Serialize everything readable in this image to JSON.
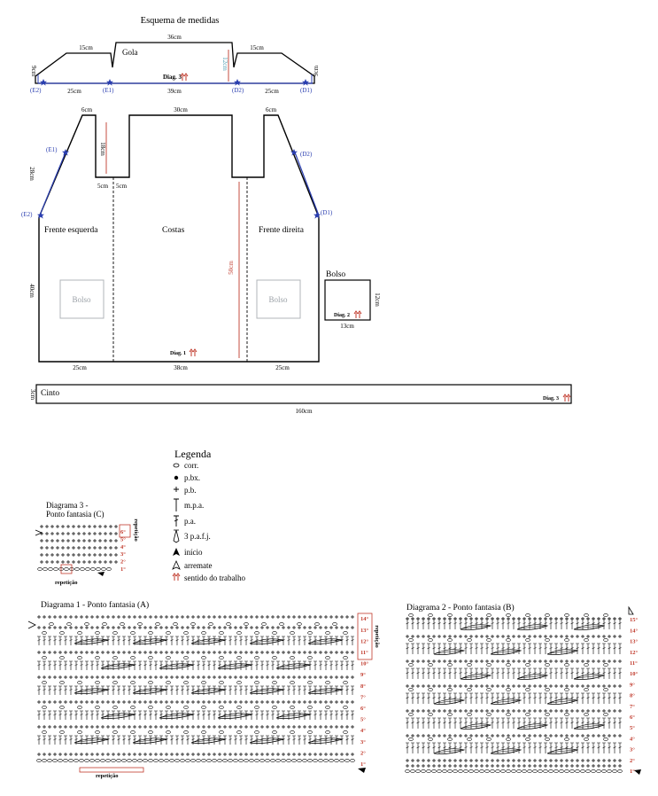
{
  "title": "Esquema de medidas",
  "top_piece": {
    "label": "Gola",
    "dims": {
      "top": "36cm",
      "left_top": "15cm",
      "right_top": "15cm",
      "left_bottom": "25cm",
      "right_bottom": "25cm",
      "bottom": "39cm",
      "left_h": "9cm",
      "right_h": "9cm",
      "center_h": "12cm"
    },
    "diag": "Diag. 3",
    "points": [
      "(E2)",
      "(E1)",
      "(D2)",
      "(D1)"
    ]
  },
  "body_piece": {
    "labels": {
      "left": "Frente esquerda",
      "center": "Costas",
      "right": "Frente direita"
    },
    "dims": {
      "shoulder_l": "6cm",
      "neck": "30cm",
      "shoulder_r": "6cm",
      "armhole": "18cm",
      "gap_l": "5cm",
      "gap_r": "5cm",
      "slope": "28cm",
      "front_h": "40cm",
      "back_h": "50cm",
      "bottom_l": "25cm",
      "bottom_c": "38cm",
      "bottom_r": "25cm"
    },
    "pocket_ghost": "Bolso",
    "diag": "Diag. 1",
    "points": [
      "(E1)",
      "(E2)",
      "(D2)",
      "(D1)"
    ]
  },
  "pocket": {
    "label": "Bolso",
    "w": "13cm",
    "h": "12cm",
    "diag": "Diag. 2"
  },
  "belt": {
    "label": "Cinto",
    "w": "160cm",
    "h": "3cm",
    "diag": "Diag. 3"
  },
  "legend": {
    "title": "Legenda",
    "items": [
      {
        "icon": "chain-stitch-icon",
        "text": "corr."
      },
      {
        "icon": "slip-stitch-icon",
        "text": "p.bx."
      },
      {
        "icon": "single-crochet-icon",
        "text": "p.b."
      },
      {
        "icon": "half-double-crochet-icon",
        "text": "m.p.a."
      },
      {
        "icon": "double-crochet-icon",
        "text": "p.a."
      },
      {
        "icon": "cluster-icon",
        "text": "3 p.a.f.j."
      },
      {
        "icon": "start-arrow-icon",
        "text": "início"
      },
      {
        "icon": "finish-arrow-icon",
        "text": "arremate"
      },
      {
        "icon": "direction-arrows-icon",
        "text": "sentido do trabalho"
      }
    ]
  },
  "diagram3": {
    "title_line1": "Diagrama 3 -",
    "title_line2": "Ponto fantasia (C)",
    "rows": [
      "1°",
      "2°",
      "3°",
      "4°",
      "5°",
      "6°"
    ],
    "repeat_h": "repetição",
    "repeat_v": "repetição"
  },
  "diagram1": {
    "title": "Diagrama 1 - Ponto fantasia (A)",
    "rows": [
      "1°",
      "2°",
      "3°",
      "4°",
      "5°",
      "6°",
      "7°",
      "8°",
      "9°",
      "10°",
      "11°",
      "12°",
      "13°",
      "14°"
    ],
    "repeat_h": "repetição",
    "repeat_v": "repetição"
  },
  "diagram2": {
    "title": "Diagrama 2 - Ponto fantasia (B)",
    "rows": [
      "1°",
      "2°",
      "3°",
      "4°",
      "5°",
      "6°",
      "7°",
      "8°",
      "9°",
      "10°",
      "11°",
      "12°",
      "13°",
      "14°",
      "15°"
    ]
  },
  "colors": {
    "dimension": "#c0392b",
    "points": "#2b3fb0",
    "ghost": "#b0b4b8"
  }
}
